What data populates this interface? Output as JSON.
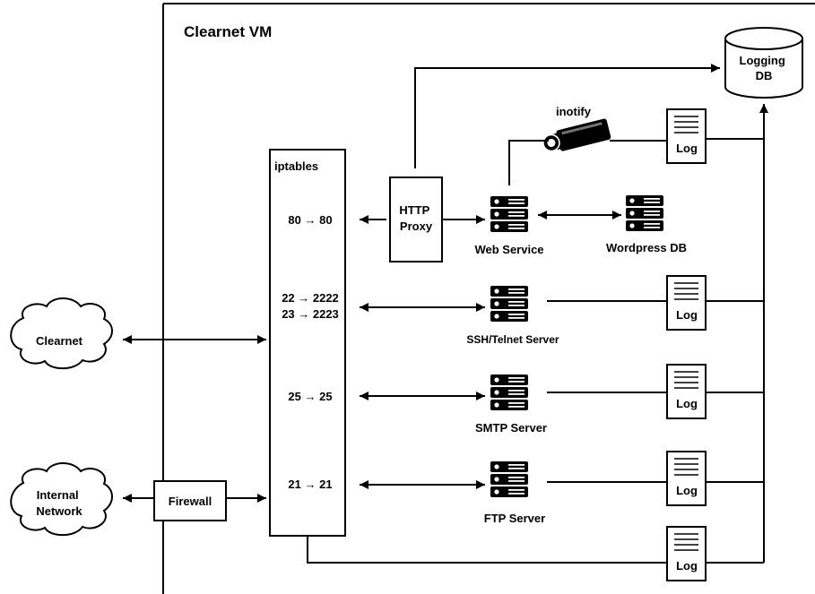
{
  "vm": {
    "title": "Clearnet VM"
  },
  "clouds": {
    "clearnet": [
      "Clearnet"
    ],
    "internal": [
      "Internal",
      "Network"
    ]
  },
  "firewall": {
    "label": "Firewall"
  },
  "iptables": {
    "title": "iptables",
    "rules": {
      "http": "80 → 80",
      "ssh": "22 → 2222",
      "telnet": "23 → 2223",
      "smtp": "25 → 25",
      "ftp": "21 → 21"
    }
  },
  "proxy": {
    "label": [
      "HTTP",
      "Proxy"
    ]
  },
  "servers": {
    "web": "Web Service",
    "wordpress": "Wordpress DB",
    "ssh": "SSH/Telnet Server",
    "smtp": "SMTP Server",
    "ftp": "FTP Server"
  },
  "inotify": {
    "label": "inotify",
    "icon": "camera-icon"
  },
  "log": {
    "label": "Log",
    "count": 5
  },
  "logging_db": {
    "label": [
      "Logging",
      "DB"
    ]
  },
  "icons": {
    "server": "server-rack-icon",
    "cloud": "cloud-icon",
    "document": "log-document-icon",
    "database": "database-cylinder-icon"
  }
}
